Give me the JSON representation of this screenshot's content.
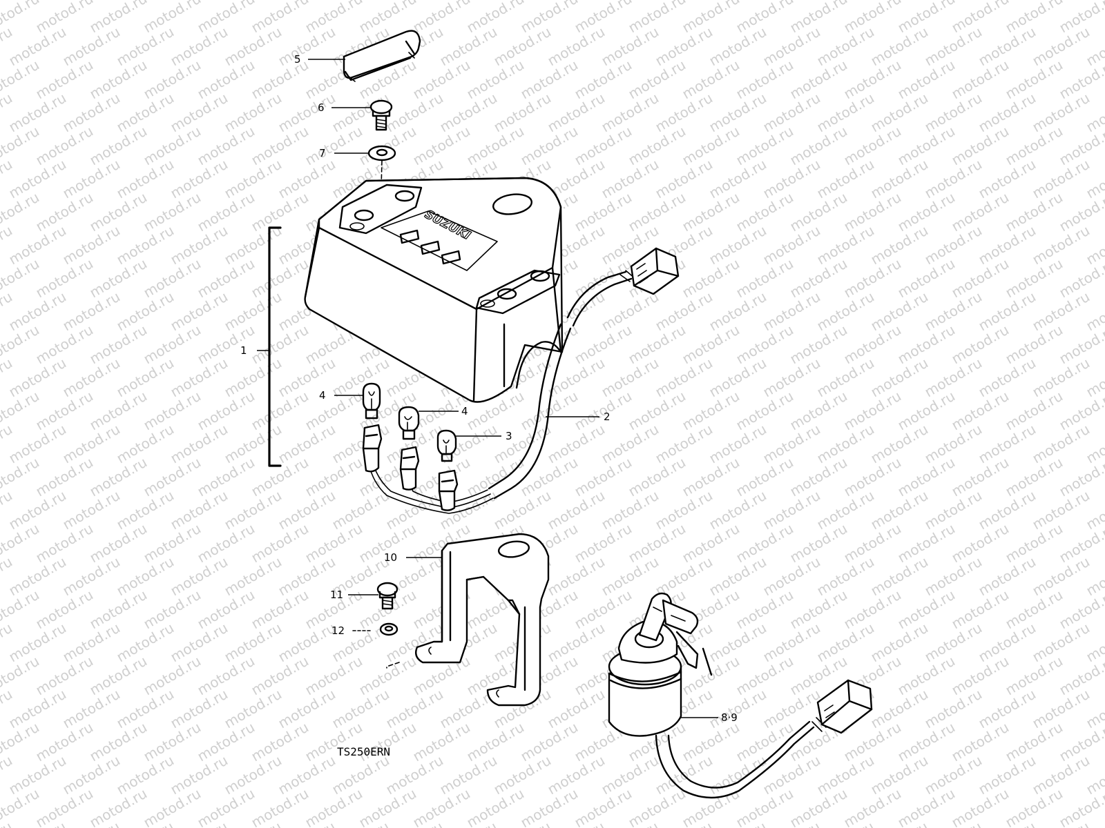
{
  "watermark": {
    "text": "motod.ru",
    "color": "#cfcfcf"
  },
  "labels": {
    "p1": "1",
    "p2": "2",
    "p3": "3",
    "p4a": "4",
    "p4b": "4",
    "p5": "5",
    "p6": "6",
    "p7": "7",
    "p89": "8·9",
    "p10": "10",
    "p11": "11",
    "p12": "12"
  },
  "housing": {
    "brand_text": "SUZUKI"
  },
  "model_code": "TS250ERN"
}
